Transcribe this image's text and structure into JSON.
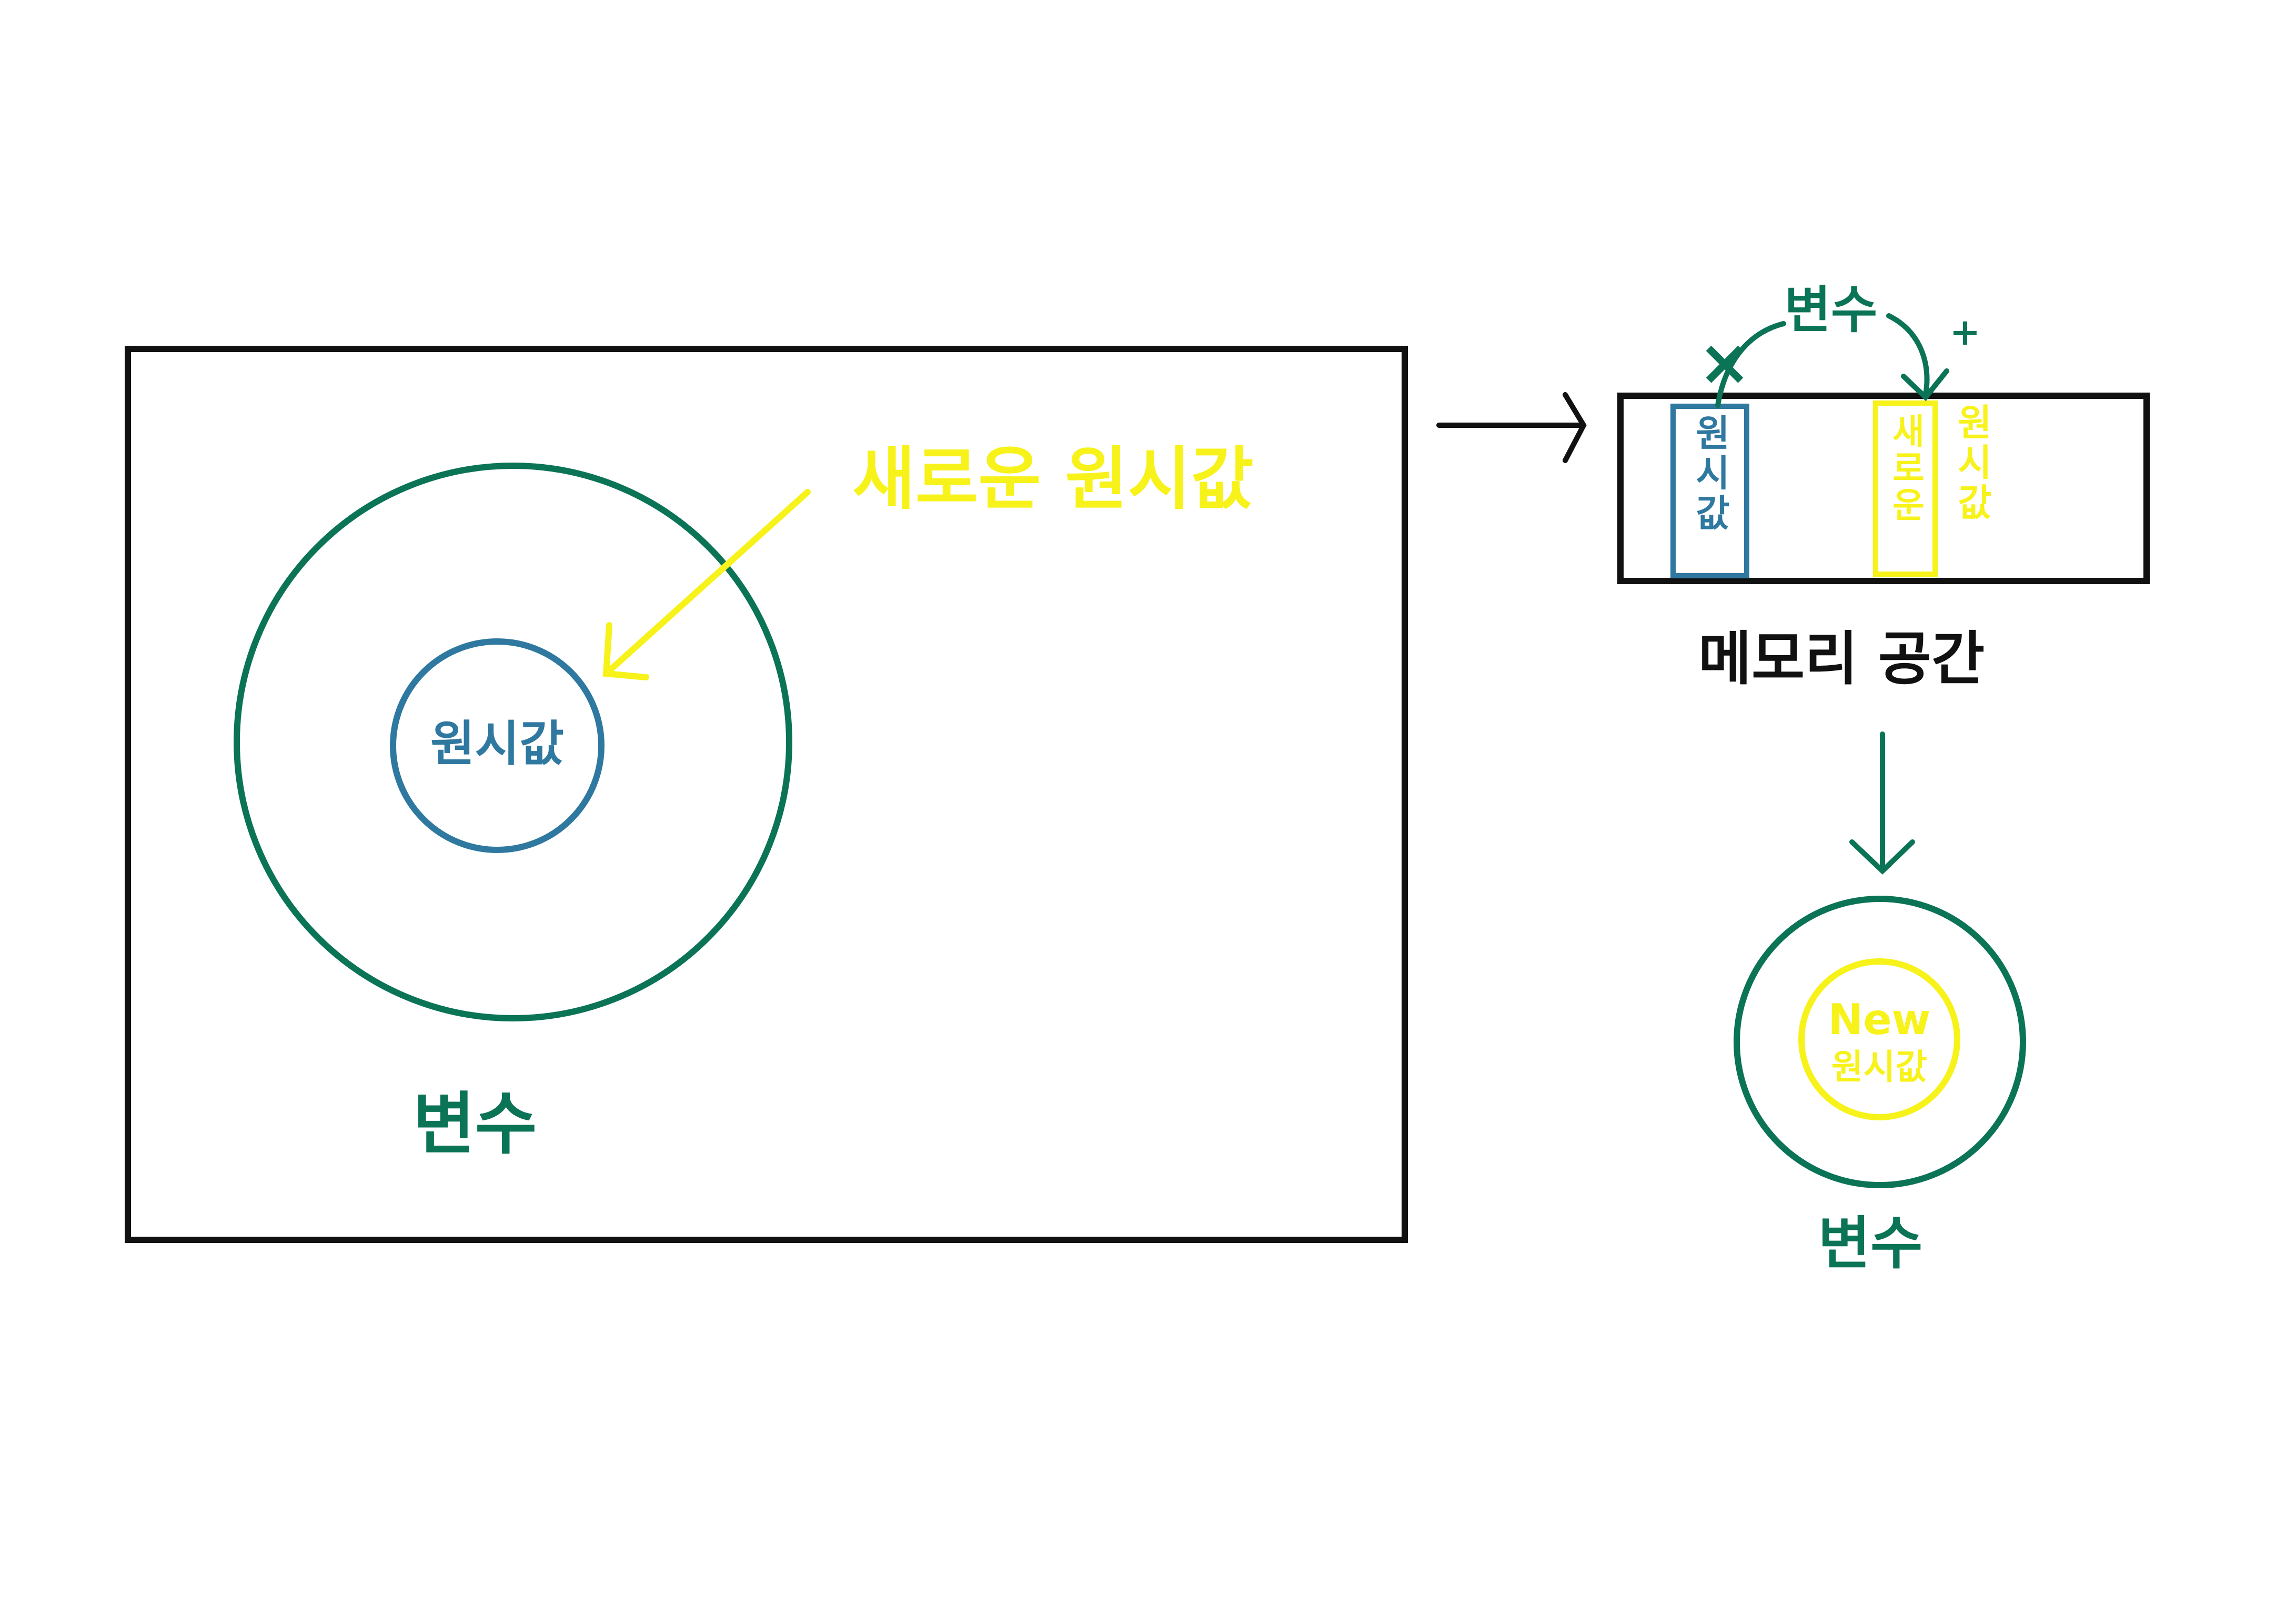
{
  "colors": {
    "outline": "#111111",
    "variable": "#0b7356",
    "original": "#2f78a0",
    "new_value": "#f7f21a"
  },
  "left_panel": {
    "new_primitive_label": "새로운 원시값",
    "primitive_label": "원시값",
    "variable_label": "변수"
  },
  "memory": {
    "old_cell_label": "원시값",
    "new_cell_label": "새로운",
    "new_cell_overflow_label": "원시값",
    "variable_label": "변수",
    "plus_mark": "+",
    "cross_mark": "×",
    "caption": "메모리 공간"
  },
  "result": {
    "new_label": "New",
    "primitive_label": "원시값",
    "variable_label": "변수"
  },
  "icons": {
    "arrow_right": "arrow-right-icon",
    "arrow_down": "arrow-down-icon"
  }
}
